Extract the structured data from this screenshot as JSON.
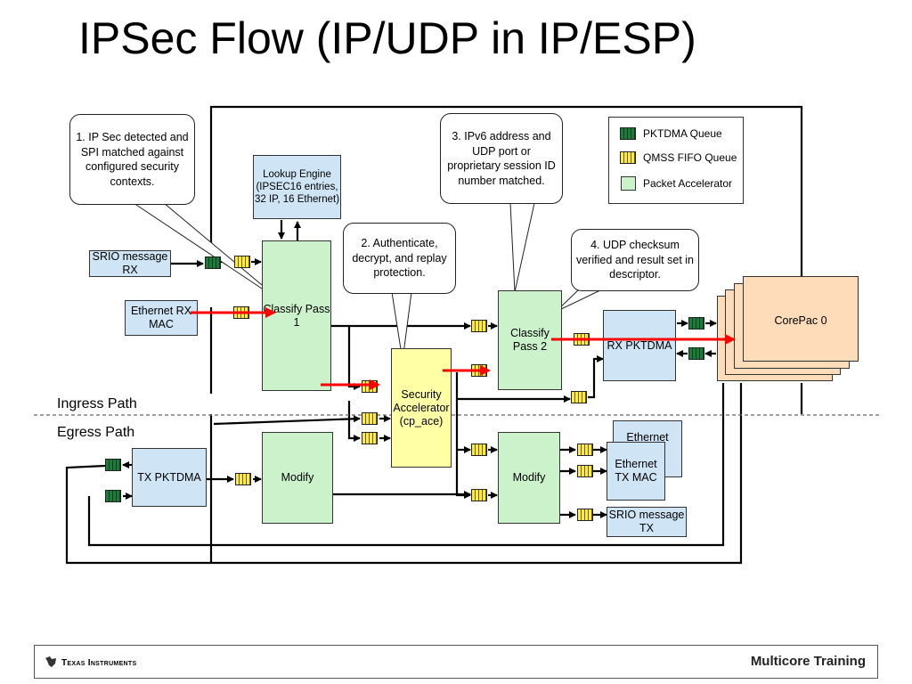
{
  "title": "IPSec Flow (IP/UDP in IP/ESP)",
  "boxes": {
    "lookup_engine": "Lookup Engine (IPSEC16 entries, 32 IP, 16 Ethernet)",
    "srio_rx": "SRIO message RX",
    "eth_rx_mac": "Ethernet RX MAC",
    "classify1": "Classify Pass 1",
    "classify2": "Classify Pass 2",
    "security_acc": "Security Accelerator (cp_ace)",
    "rx_pktdma": "RX PKTDMA",
    "corepac": "CorePac 0",
    "tx_pktdma": "TX PKTDMA",
    "modify1": "Modify",
    "modify2": "Modify",
    "ethernet_back": "Ethernet",
    "eth_tx_mac": "Ethernet TX MAC",
    "srio_tx": "SRIO message TX"
  },
  "callouts": {
    "c1": "1. IP Sec detected and SPI matched against configured security contexts.",
    "c2": "2. Authenticate, decrypt, and replay protection.",
    "c3": "3. IPv6 address and UDP port or proprietary session ID number matched.",
    "c4": "4. UDP checksum verified and result set in descriptor."
  },
  "legend": {
    "pktdma_queue": "PKTDMA Queue",
    "qmss_fifo": "QMSS FIFO Queue",
    "packet_acc": "Packet Accelerator"
  },
  "labels": {
    "ingress": "Ingress Path",
    "egress": "Egress Path"
  },
  "footer": {
    "company": "Texas Instruments",
    "training": "Multicore Training"
  },
  "colors": {
    "packet_accelerator": "#ccf2cc",
    "peripheral": "#cfe5f5",
    "security": "#ffffa6",
    "corepac": "#fedcba",
    "flow_arrow": "#ff0000",
    "pktdma_queue": "#1c7a3c",
    "qmss_queue": "#ffeb3b"
  },
  "icons": [
    "pktdma-queue-icon",
    "qmss-fifo-queue-icon",
    "ti-logo-icon"
  ]
}
